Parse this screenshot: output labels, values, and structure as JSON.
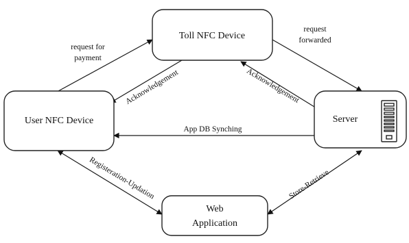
{
  "nodes": {
    "toll": {
      "label": "Toll NFC Device"
    },
    "user": {
      "label": "User NFC Device"
    },
    "server": {
      "label": "Server",
      "icon": "server-tower-icon"
    },
    "web": {
      "label_line1": "Web",
      "label_line2": "Application"
    }
  },
  "edges": {
    "request_payment": {
      "line1": "request for",
      "line2": "payment"
    },
    "request_forwarded": {
      "line1": "request",
      "line2": "forwarded"
    },
    "ack_toll_user": {
      "label": "Acknowledgement"
    },
    "ack_server_toll": {
      "label": "Acknowledgement"
    },
    "db_sync": {
      "label": "App DB Synching"
    },
    "registration": {
      "label": "Registeration-Updation"
    },
    "store_retrieve": {
      "label": "Store-Retrieve"
    }
  },
  "colors": {
    "line": "#1a1a1a",
    "box_stroke": "#222222"
  }
}
